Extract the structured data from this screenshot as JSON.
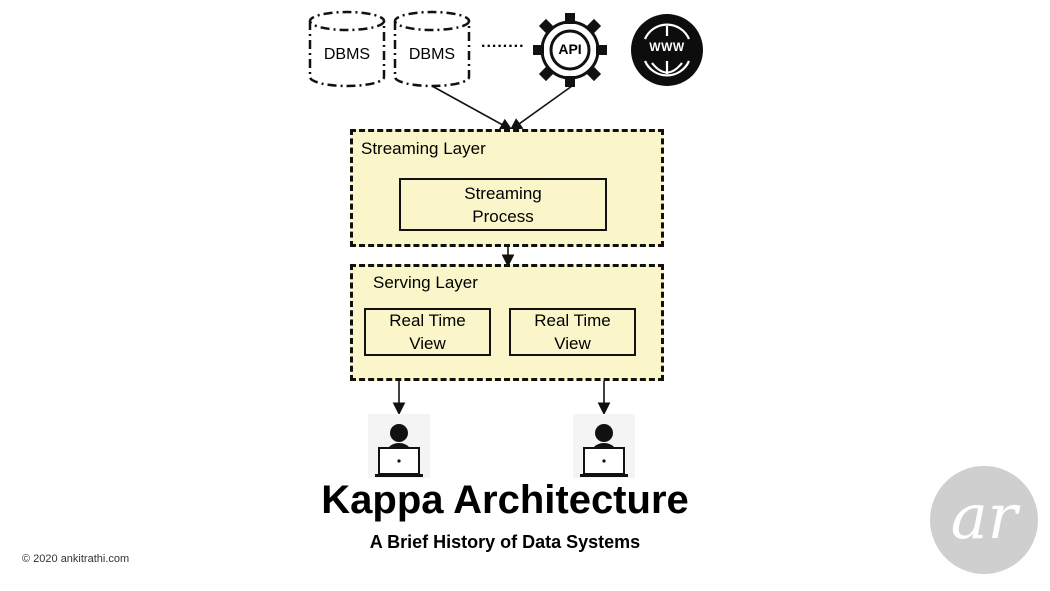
{
  "sources": {
    "dbms_1": "DBMS",
    "dbms_2": "DBMS",
    "ellipsis": "........",
    "api": "API",
    "www": "WWW"
  },
  "streaming_layer": {
    "title": "Streaming Layer",
    "process": "Streaming\nProcess"
  },
  "serving_layer": {
    "title": "Serving Layer",
    "view_1": "Real Time\nView",
    "view_2": "Real Time\nView"
  },
  "title": "Kappa Architecture",
  "subtitle": "A Brief History of Data Systems",
  "copyright": "©  2020  ankitrathi.com",
  "logo_text": "ar",
  "colors": {
    "layer_fill": "#fbf6c9",
    "logo_bg": "#cfcfcf"
  }
}
